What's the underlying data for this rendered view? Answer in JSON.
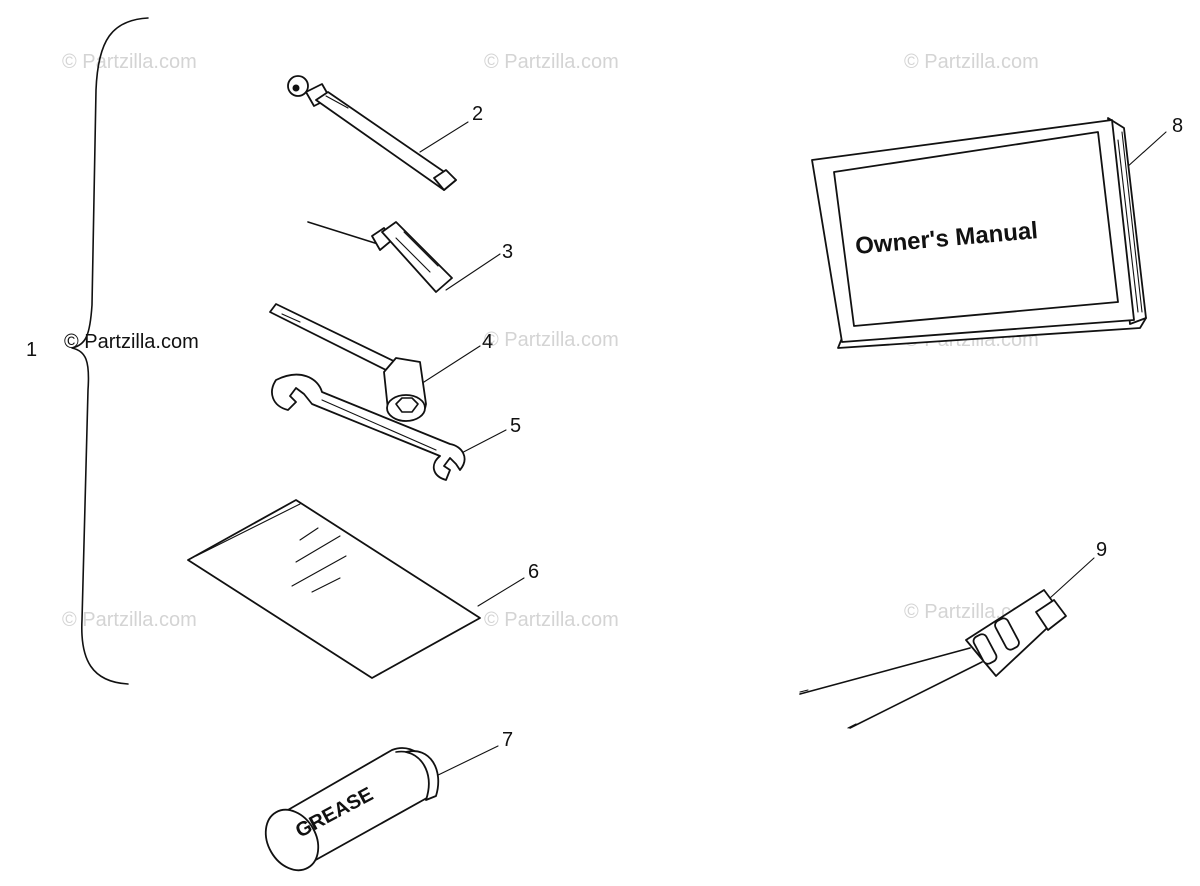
{
  "watermarks": {
    "text": "© Partzilla.com"
  },
  "callouts": {
    "c1": "1",
    "c2": "2",
    "c3": "3",
    "c4": "4",
    "c5": "5",
    "c6": "6",
    "c7": "7",
    "c8": "8",
    "c9": "9"
  },
  "parts": {
    "manual_cover": "Owner's Manual",
    "grease_label": "GREASE"
  }
}
